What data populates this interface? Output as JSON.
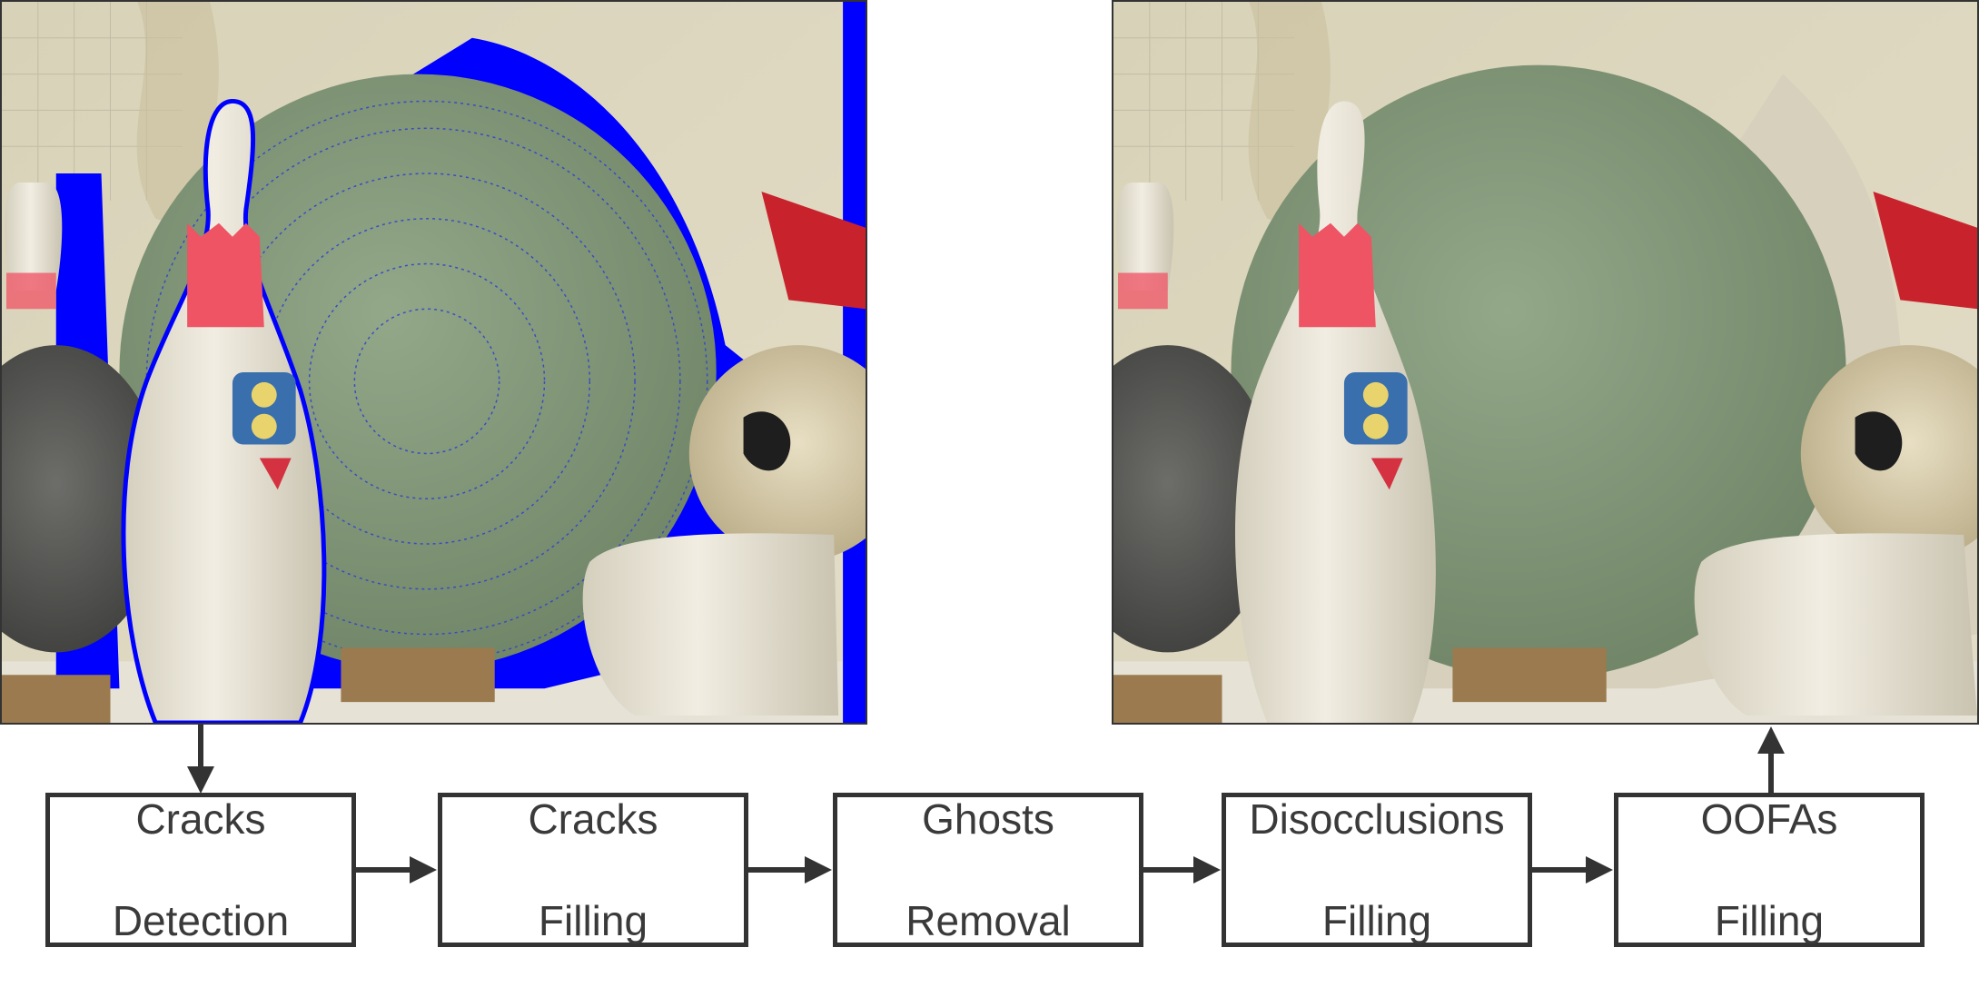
{
  "colors": {
    "stroke": "#333333",
    "text": "#3a3a3a",
    "crack_mask": "#0000ff"
  },
  "images": {
    "input": {
      "description_icon": "warped-view-with-cracks-image"
    },
    "output": {
      "description_icon": "synthesized-view-image"
    }
  },
  "pipeline": [
    {
      "line1": "Cracks",
      "line2": "Detection"
    },
    {
      "line1": "Cracks",
      "line2": "Filling"
    },
    {
      "line1": "Ghosts",
      "line2": "Removal"
    },
    {
      "line1": "Disocclusions",
      "line2": "Filling"
    },
    {
      "line1": "OOFAs",
      "line2": "Filling"
    }
  ]
}
